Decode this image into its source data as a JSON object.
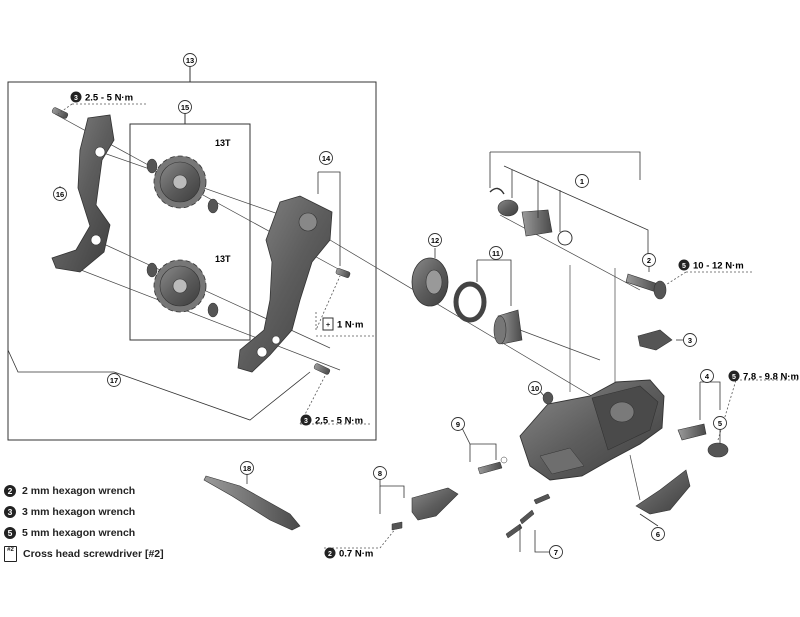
{
  "callouts": [
    "1",
    "2",
    "3",
    "4",
    "5",
    "6",
    "7",
    "8",
    "9",
    "10",
    "11",
    "12",
    "13",
    "14",
    "15",
    "16",
    "17",
    "18"
  ],
  "tooth_labels": [
    "13T",
    "13T"
  ],
  "torques": [
    {
      "badge": "3",
      "value": "2.5 - 5 N·m"
    },
    {
      "badge": "5",
      "value": "10 - 12 N·m"
    },
    {
      "badge": "+",
      "value": "1 N·m"
    },
    {
      "badge": "5",
      "value": "7.8 - 9.8 N·m"
    },
    {
      "badge": "3",
      "value": "2.5 - 5 N·m"
    },
    {
      "badge": "2",
      "value": "0.7 N·m"
    }
  ],
  "legend": [
    {
      "badge": "2",
      "label": "2 mm hexagon wrench"
    },
    {
      "badge": "3",
      "label": "3 mm hexagon wrench"
    },
    {
      "badge": "5",
      "label": "5 mm hexagon wrench"
    },
    {
      "badge": "#2",
      "label": "Cross head screwdriver [#2]"
    }
  ],
  "colors": {
    "part": "#6b6b6b",
    "part_dark": "#444444",
    "part_light": "#9a9a9a",
    "line": "#333333"
  }
}
